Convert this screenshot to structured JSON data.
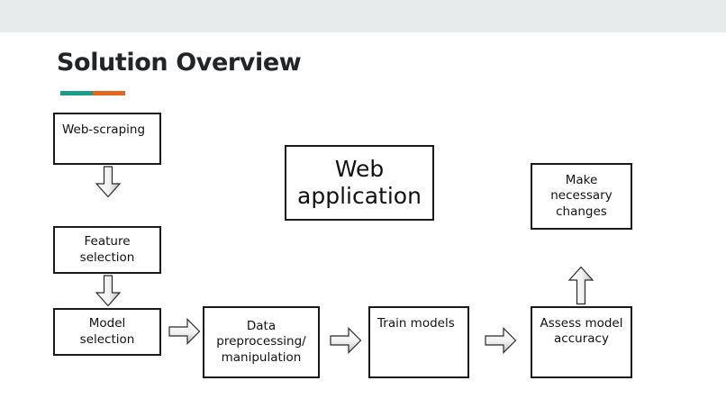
{
  "window": {
    "chrome_band_color": "#e8ebec",
    "slide_background": "#ffffff"
  },
  "slide": {
    "title": "Solution Overview",
    "accent_rule": {
      "left_color": "#1b9c8c",
      "right_color": "#e2661c"
    }
  },
  "diagram": {
    "nodes": [
      {
        "id": "web-scraping",
        "label": "Web-scraping"
      },
      {
        "id": "feature-selection",
        "label": "Feature\nselection"
      },
      {
        "id": "model-selection",
        "label": "Model\nselection"
      },
      {
        "id": "data-preprocessing",
        "label": "Data\npreprocessing/\nmanipulation"
      },
      {
        "id": "train-models",
        "label": "Train models"
      },
      {
        "id": "assess-model-accuracy",
        "label": "Assess model\naccuracy"
      },
      {
        "id": "make-necessary-changes",
        "label": "Make\nnecessary\nchanges"
      },
      {
        "id": "web-application",
        "label": "Web\napplication"
      }
    ],
    "node_labels": {
      "web_scraping": "Web-scraping",
      "feature_selection_line1": "Feature",
      "feature_selection_line2": "selection",
      "model_selection_line1": "Model",
      "model_selection_line2": "selection",
      "data_preprocessing_line1": "Data",
      "data_preprocessing_line2": "preprocessing/",
      "data_preprocessing_line3": "manipulation",
      "train_models": "Train models",
      "assess_accuracy_line1": "Assess model",
      "assess_accuracy_line2": "accuracy",
      "make_changes_line1": "Make",
      "make_changes_line2": "necessary",
      "make_changes_line3": "changes",
      "web_application_line1": "Web",
      "web_application_line2": "application"
    },
    "arrows": [
      {
        "id": "web-scraping-to-feature-selection",
        "direction": "down"
      },
      {
        "id": "feature-selection-to-model-selection",
        "direction": "down"
      },
      {
        "id": "model-selection-to-data-preprocessing",
        "direction": "right"
      },
      {
        "id": "data-preprocessing-to-train-models",
        "direction": "right"
      },
      {
        "id": "train-models-to-assess-accuracy",
        "direction": "right"
      },
      {
        "id": "assess-accuracy-to-make-changes",
        "direction": "up"
      }
    ],
    "arrow_style": {
      "fill_light": "#fdfdfd",
      "fill_dark": "#b9b9b9",
      "stroke": "#2b2b2b"
    }
  }
}
